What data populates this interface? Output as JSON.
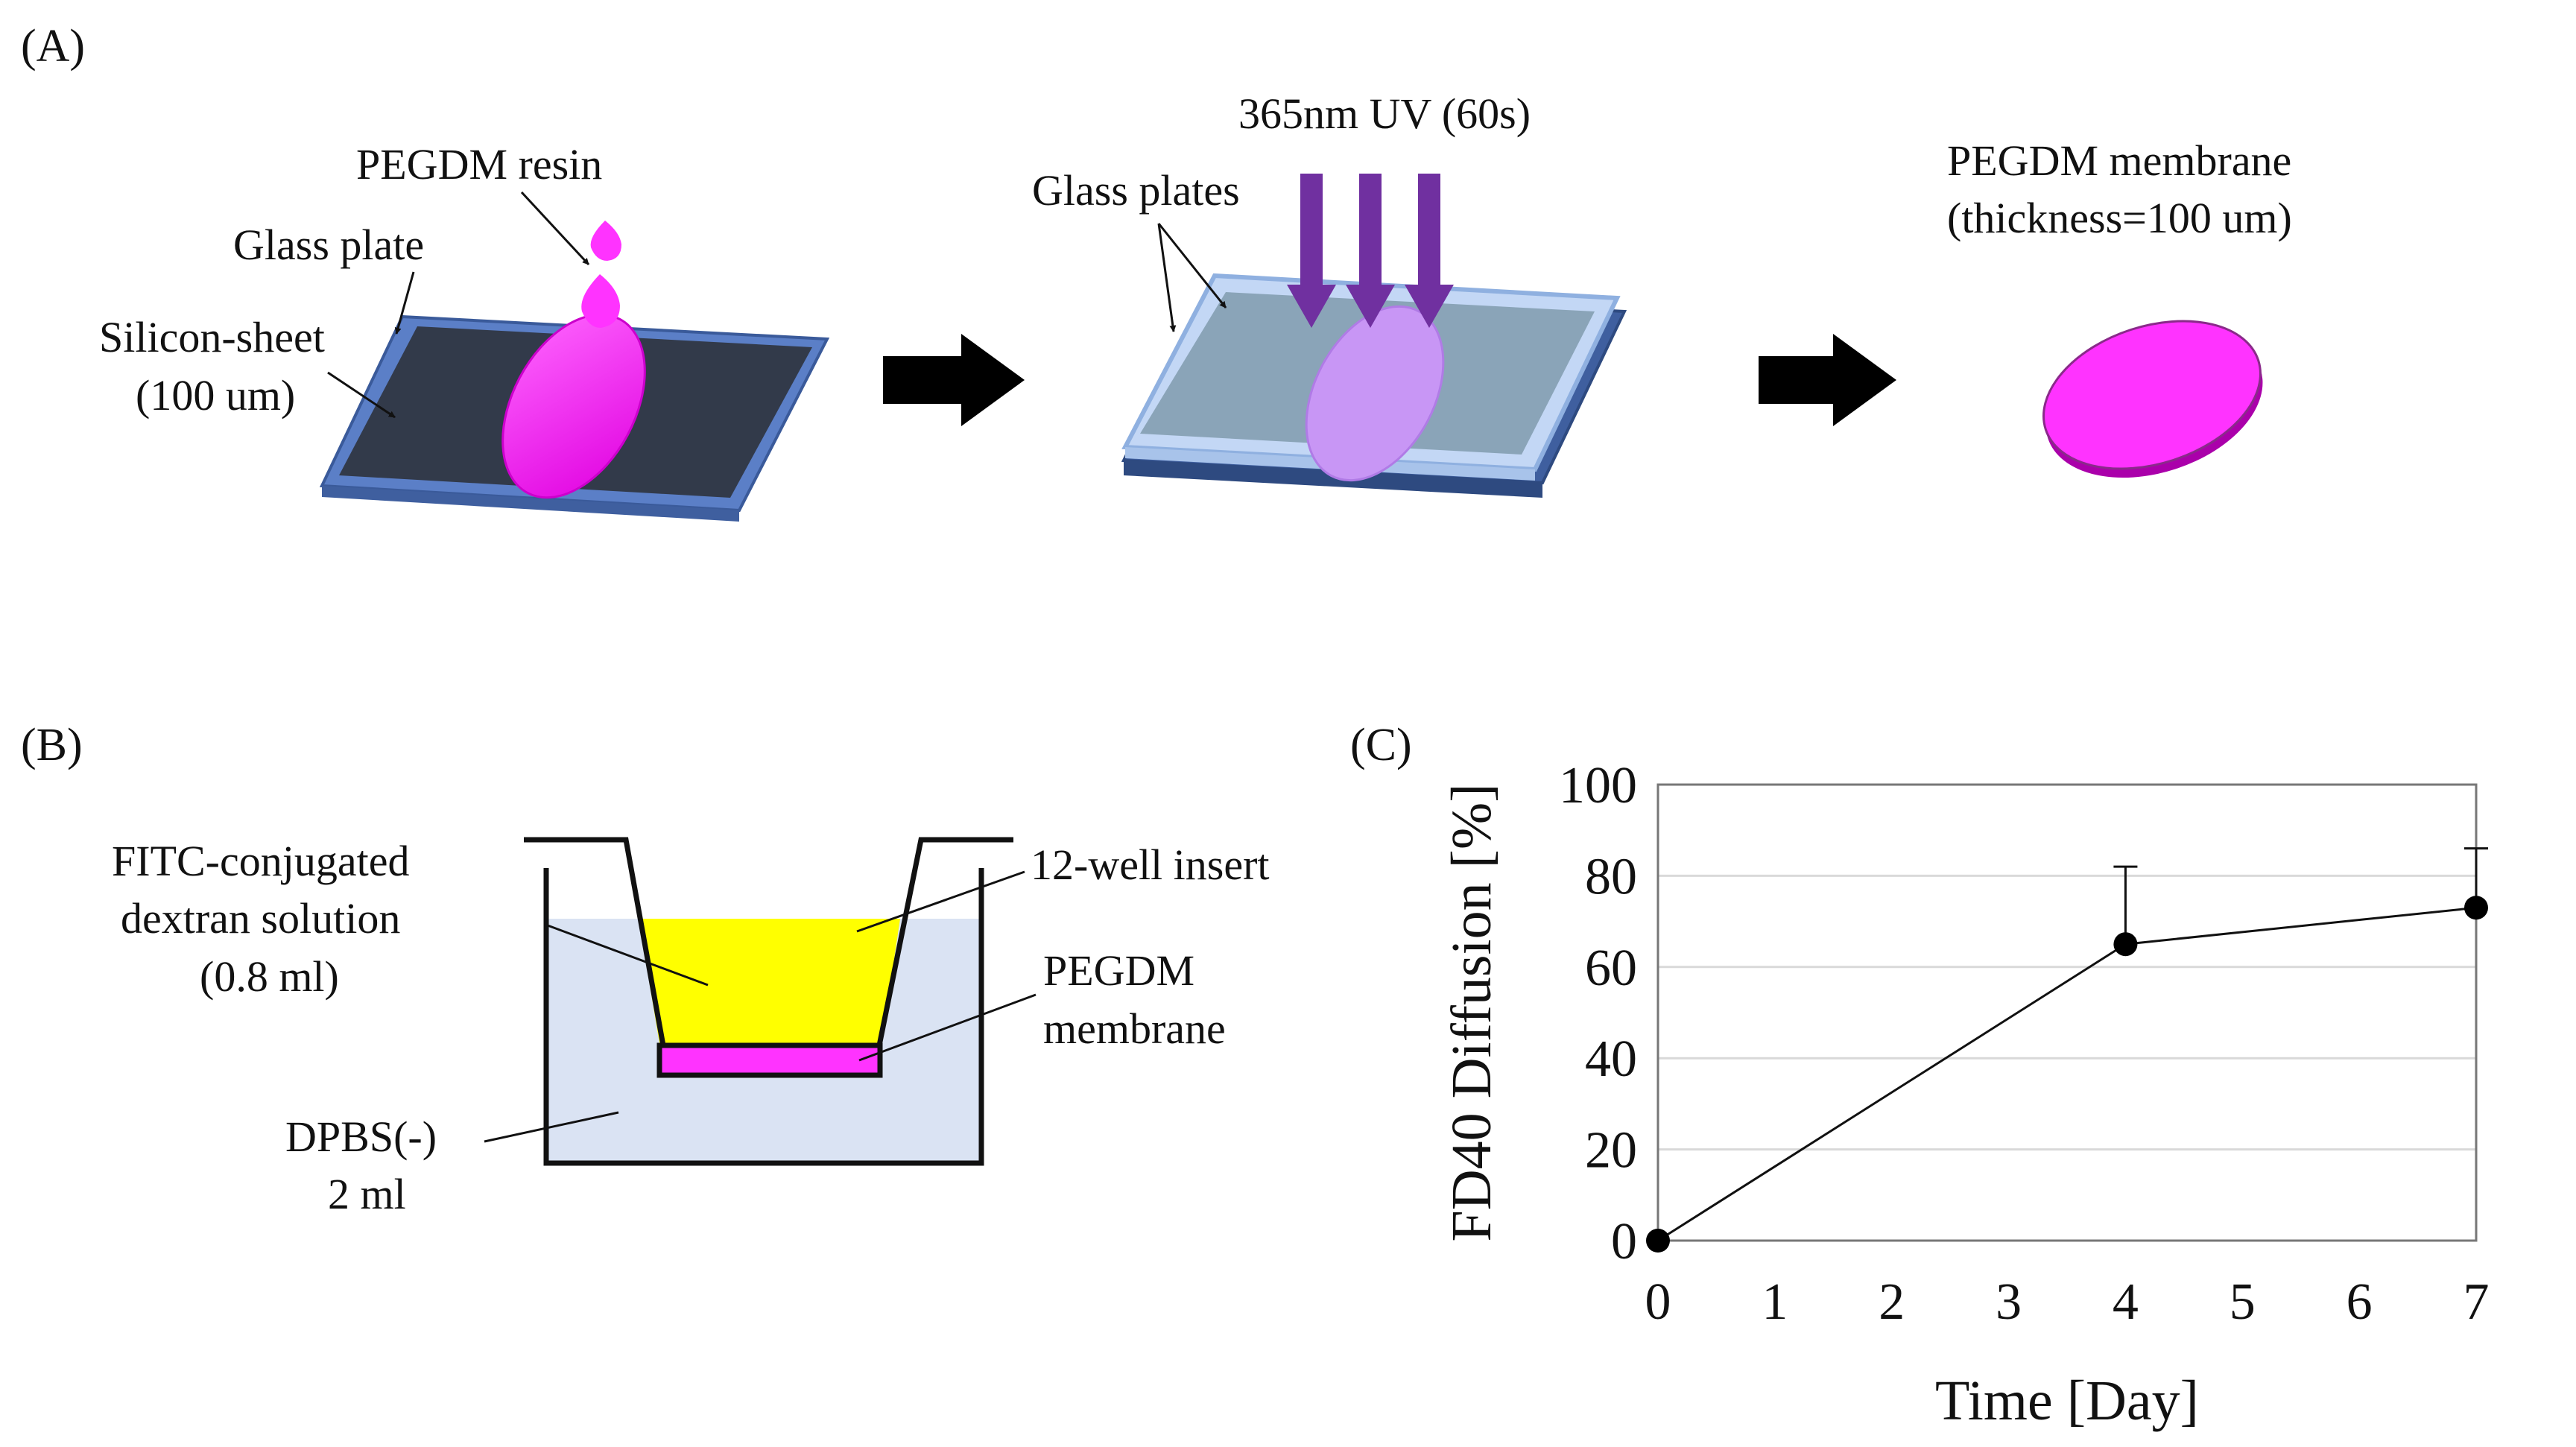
{
  "panel_a": {
    "label": "(A)",
    "step1": {
      "resin_label": "PEGDM resin",
      "glass_label": "Glass plate",
      "silicon_label_1": "Silicon-sheet",
      "silicon_label_2": "(100 um)"
    },
    "step2": {
      "uv_label": "365nm UV (60s)",
      "glass_label": "Glass plates"
    },
    "step3": {
      "membrane_label_1": "PEGDM membrane",
      "membrane_label_2": "(thickness=100 um)"
    },
    "colors": {
      "resin": "#ff33ff",
      "glass_edge": "#5b7fc7",
      "silicon": "#323a4a",
      "uv_arrow": "#7030a0",
      "arrow": "#000000"
    }
  },
  "panel_b": {
    "label": "(B)",
    "fitc_label_1": "FITC-conjugated",
    "fitc_label_2": "dextran solution",
    "fitc_label_3": "(0.8 ml)",
    "insert_label": "12-well insert",
    "membrane_label_1": "PEGDM",
    "membrane_label_2": "membrane",
    "dpbs_label_1": "DPBS(-)",
    "dpbs_label_2": "2 ml",
    "colors": {
      "fitc": "#ffff00",
      "dpbs": "#dae3f3",
      "membrane": "#ff33ff"
    }
  },
  "panel_c": {
    "label": "(C)",
    "chart_data": {
      "type": "line",
      "xlabel": "Time [Day]",
      "ylabel": "FD40 Diffusion [%]",
      "x": [
        0,
        4,
        7
      ],
      "y": [
        0,
        65,
        73
      ],
      "error": [
        0,
        17,
        13
      ],
      "xlim": [
        0,
        7
      ],
      "ylim": [
        0,
        100
      ],
      "xticks": [
        0,
        1,
        2,
        3,
        4,
        5,
        6,
        7
      ],
      "yticks": [
        0,
        20,
        40,
        60,
        80,
        100
      ],
      "grid": true
    }
  }
}
